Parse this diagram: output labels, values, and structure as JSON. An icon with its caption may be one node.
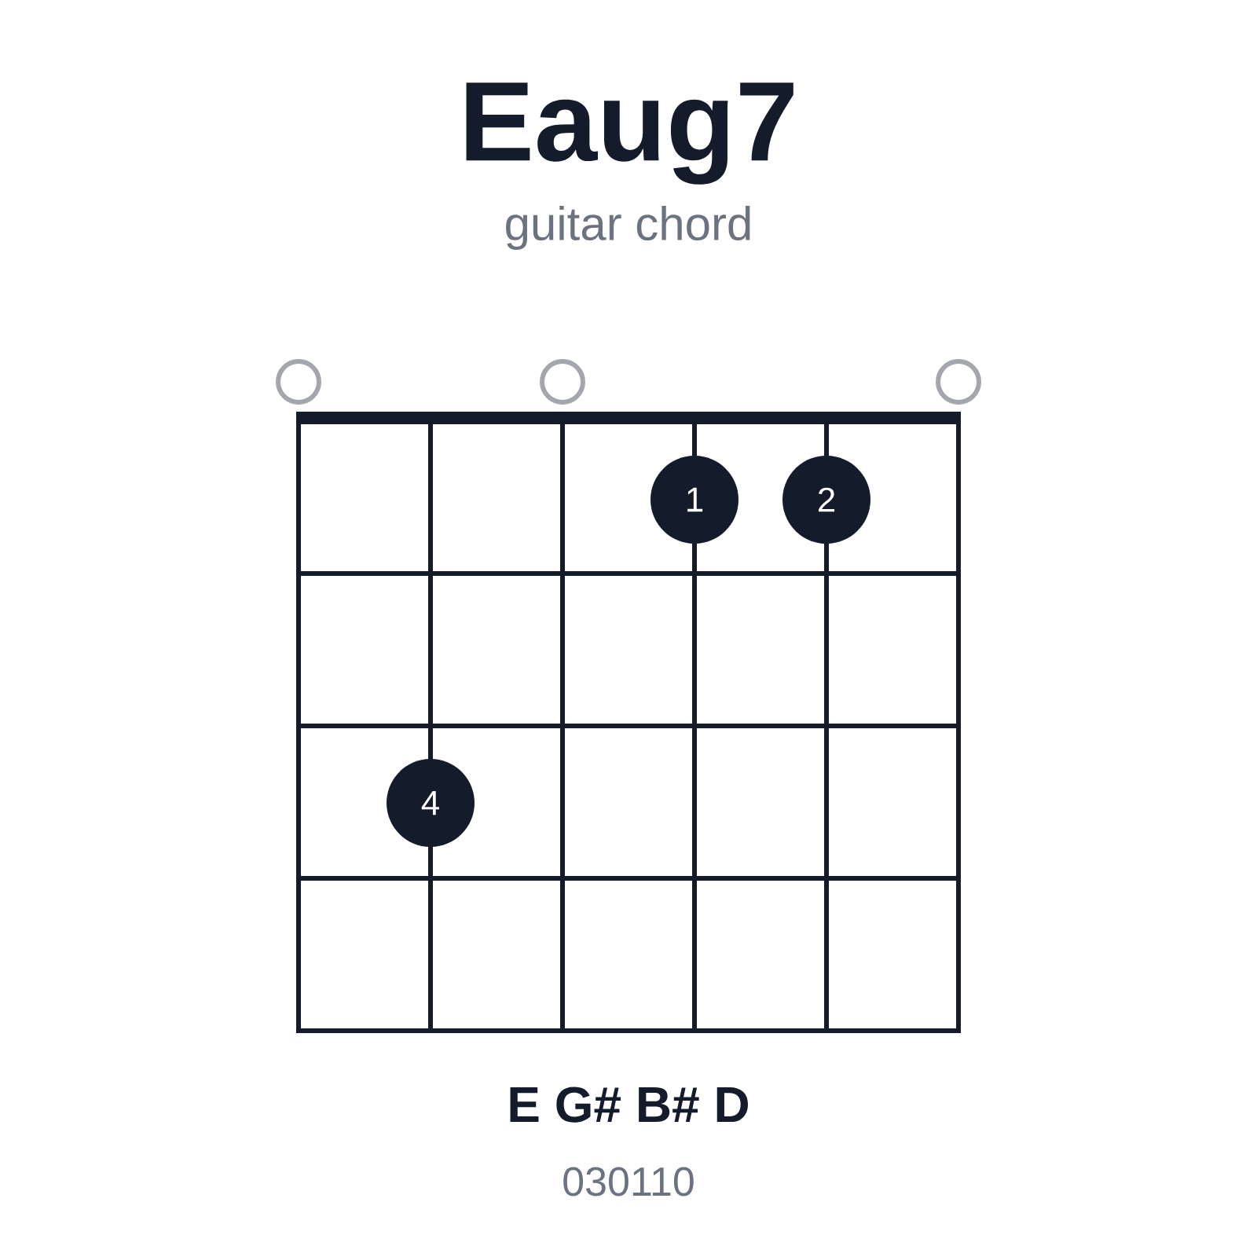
{
  "diagram": {
    "title": "Eaug7",
    "nodes": [
      {
        "text": [],
        "shape": "circle"
      },
      {
        "text": [],
        "shape": "circle"
      },
      {
        "text": [],
        "shape": "circle"
      },
      {
        "text": [
          "1"
        ]
      },
      {
        "text": [
          "2"
        ]
      },
      {
        "text": [
          "4"
        ]
      }
    ],
    "labels": [
      "guitar chord",
      "E G# B# D",
      "030110"
    ]
  }
}
